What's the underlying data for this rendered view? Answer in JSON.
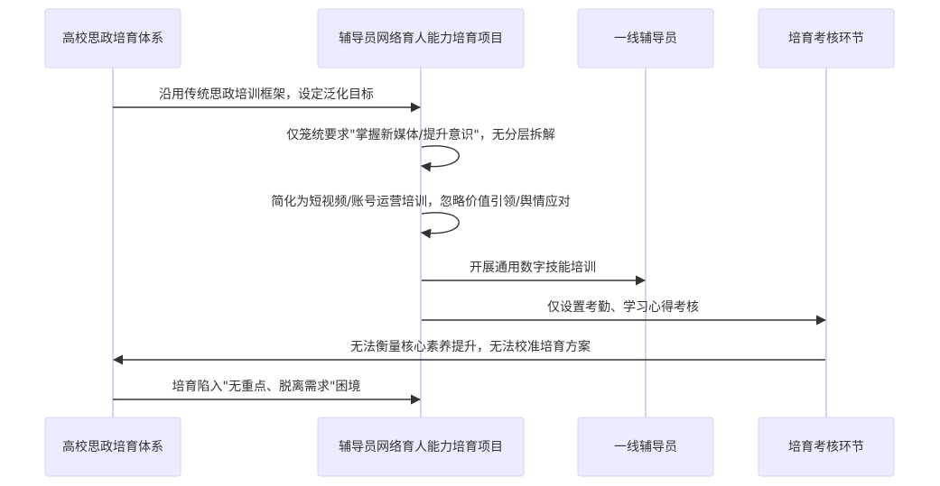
{
  "participants": [
    {
      "id": "a",
      "label": "高校思政培育体系"
    },
    {
      "id": "b",
      "label": "辅导员网络育人能力培育项目"
    },
    {
      "id": "c",
      "label": "一线辅导员"
    },
    {
      "id": "d",
      "label": "培育考核环节"
    }
  ],
  "messages": [
    {
      "from": "a",
      "to": "b",
      "text": "沿用传统思政培训框架，设定泛化目标"
    },
    {
      "from": "b",
      "to": "b",
      "text": "仅笼统要求\"掌握新媒体/提升意识\"，无分层拆解"
    },
    {
      "from": "b",
      "to": "b",
      "text": "简化为短视频/账号运营培训，忽略价值引领/舆情应对"
    },
    {
      "from": "b",
      "to": "c",
      "text": "开展通用数字技能培训"
    },
    {
      "from": "b",
      "to": "d",
      "text": "仅设置考勤、学习心得考核"
    },
    {
      "from": "d",
      "to": "a",
      "text": "无法衡量核心素养提升，无法校准培育方案"
    },
    {
      "from": "a",
      "to": "b",
      "text": "培育陷入\"无重点、脱离需求\"困境"
    }
  ]
}
